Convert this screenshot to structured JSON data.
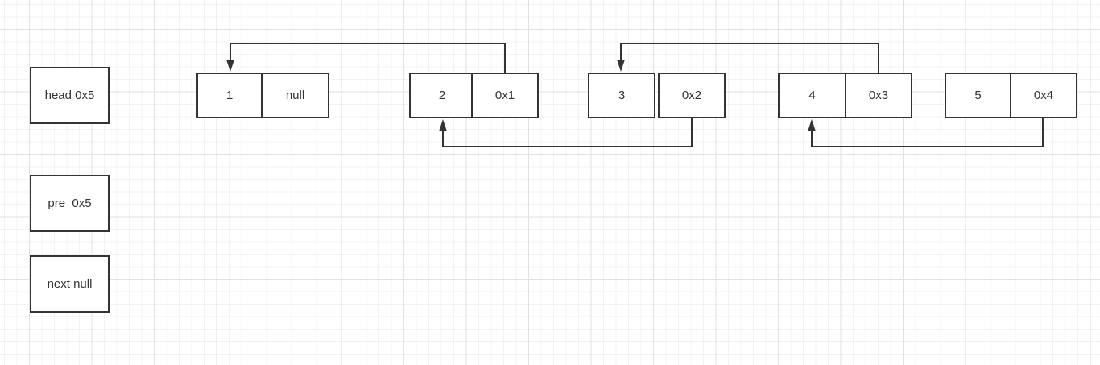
{
  "pointers": {
    "head": "head 0x5",
    "pre": "pre  0x5",
    "next": "next null"
  },
  "nodes": [
    {
      "value": "1",
      "next": "null"
    },
    {
      "value": "2",
      "next": "0x1"
    },
    {
      "value": "3",
      "next": "0x2"
    },
    {
      "value": "4",
      "next": "0x3"
    },
    {
      "value": "5",
      "next": "0x4"
    }
  ],
  "colors": {
    "stroke": "#333333",
    "background": "#ffffff"
  }
}
